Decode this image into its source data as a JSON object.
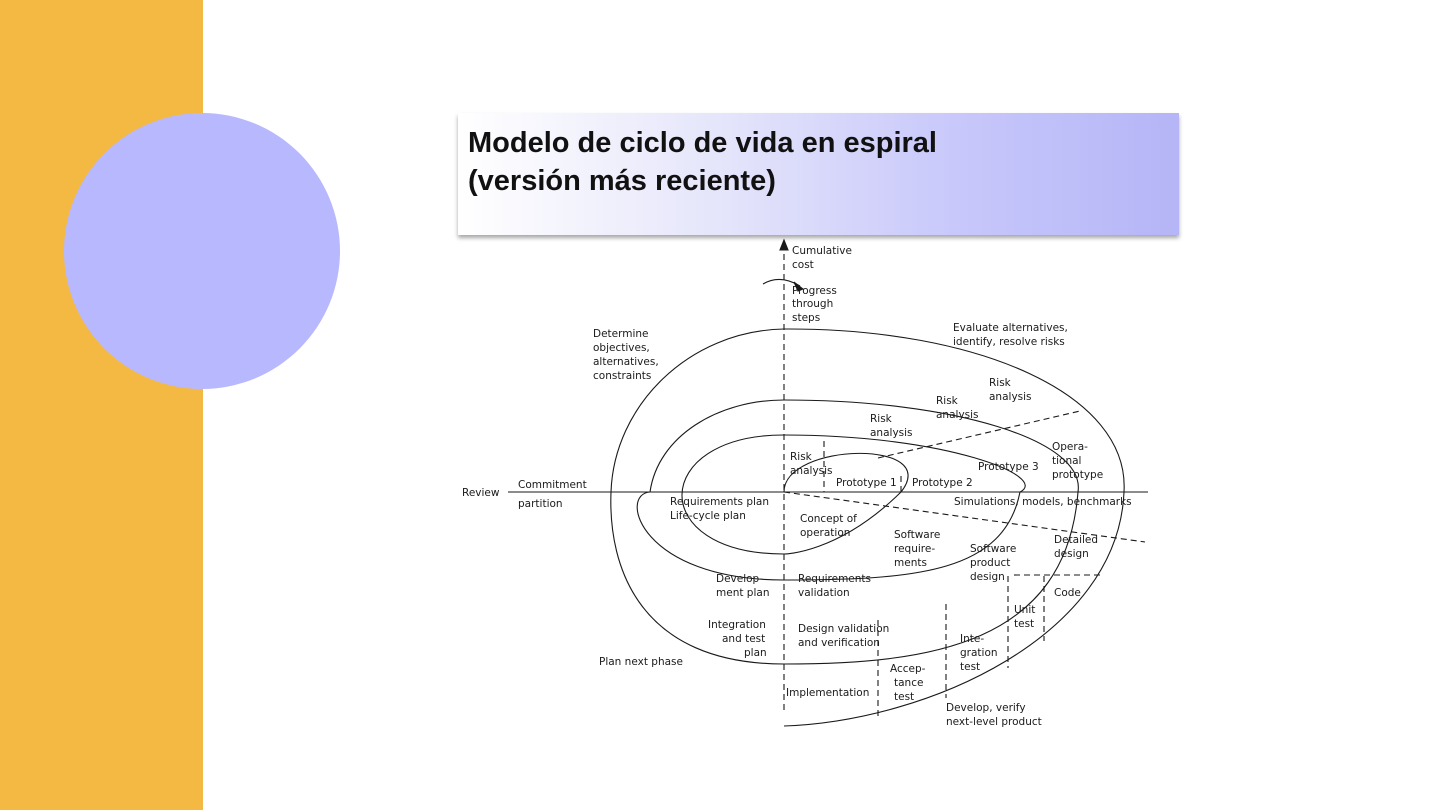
{
  "slide": {
    "title_line1": "Modelo de ciclo de vida en espiral",
    "title_line2": "(versión más reciente)"
  },
  "colors": {
    "sidebar": "#f4b942",
    "circle": "#b8b8ff",
    "title_band": "#b5b5f7"
  },
  "diagram": {
    "axis": {
      "cost_1": "Cumulative",
      "cost_2": "cost",
      "progress_1": "Progress",
      "progress_2": "through",
      "progress_3": "steps",
      "review": "Review",
      "commitment": "Commitment",
      "partition": "partition"
    },
    "quadrants": {
      "q1_1": "Determine",
      "q1_2": "objectives,",
      "q1_3": "alternatives,",
      "q1_4": "constraints",
      "q2_1": "Evaluate alternatives,",
      "q2_2": "identify, resolve risks",
      "q3": "Plan next phase",
      "q4_1": "Develop, verify",
      "q4_2": "next-level product"
    },
    "risk": {
      "r4_1": "Risk",
      "r4_2": "analysis",
      "r3_1": "Risk",
      "r3_2": "analysis",
      "r2_1": "Risk",
      "r2_2": "analysis",
      "r1_1": "Risk",
      "r1_2": "analysis"
    },
    "prototypes": {
      "p1": "Prototype 1",
      "p2": "Prototype 2",
      "p3": "Prototype 3",
      "op_1": "Opera-",
      "op_2": "tional",
      "op_3": "prototype"
    },
    "labels": {
      "simulations": "Simulations, models, benchmarks",
      "req_plan": "Requirements plan",
      "lifecycle_plan": "Life-cycle plan",
      "concept_1": "Concept of",
      "concept_2": "operation",
      "swreq_1": "Software",
      "swreq_2": "require-",
      "swreq_3": "ments",
      "swprod_1": "Software",
      "swprod_2": "product",
      "swprod_3": "design",
      "detailed_1": "Detailed",
      "detailed_2": "design",
      "devplan_1": "Develop-",
      "devplan_2": "ment plan",
      "reqval_1": "Requirements",
      "reqval_2": "validation",
      "code": "Code",
      "unit_1": "Unit",
      "unit_2": "test",
      "inttest_plan_1": "Integration",
      "inttest_plan_2": "and test",
      "inttest_plan_3": "plan",
      "design_val_1": "Design validation",
      "design_val_2": "and verification",
      "integ_1": "Inte-",
      "integ_2": "gration",
      "integ_3": "test",
      "accept_1": "Accep-",
      "accept_2": "tance",
      "accept_3": "test",
      "implementation": "Implementation"
    }
  }
}
